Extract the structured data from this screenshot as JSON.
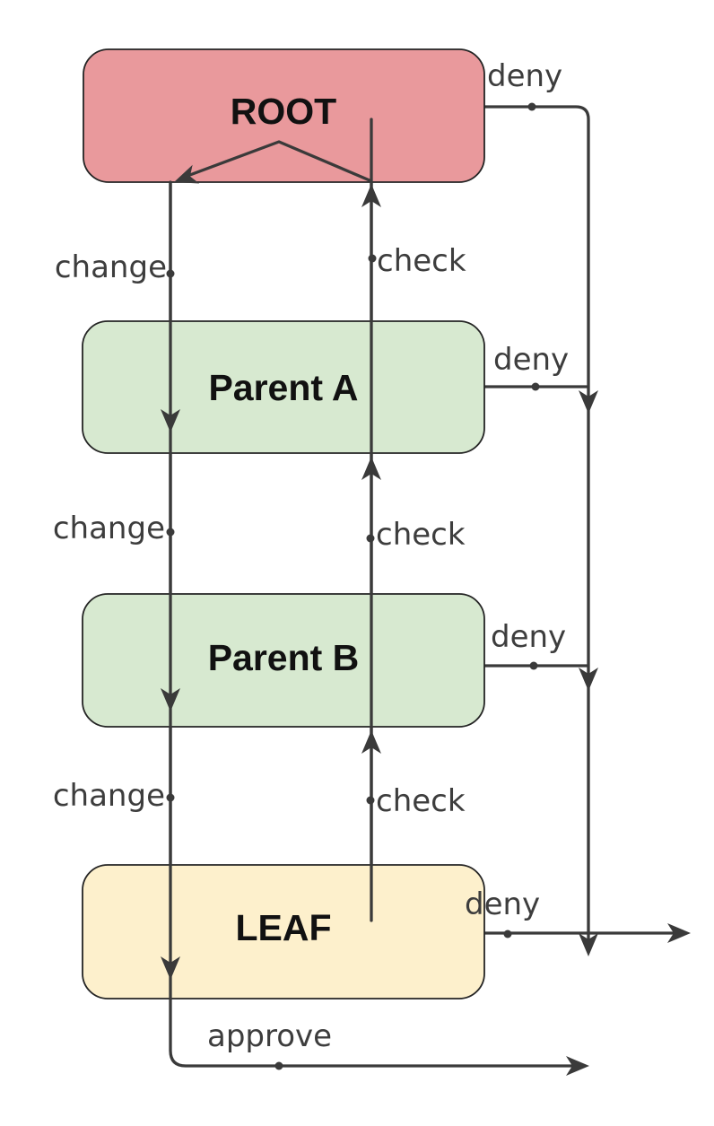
{
  "diagram": {
    "nodes": [
      {
        "id": "root",
        "label": "ROOT",
        "fill": "#e9999c"
      },
      {
        "id": "parent-a",
        "label": "Parent A",
        "fill": "#d7e9d0"
      },
      {
        "id": "parent-b",
        "label": "Parent B",
        "fill": "#d7e9d0"
      },
      {
        "id": "leaf",
        "label": "LEAF",
        "fill": "#fdf0cc"
      }
    ],
    "edges": [
      {
        "from": "ROOT",
        "to": "Parent A",
        "label": "change"
      },
      {
        "from": "Parent A",
        "to": "Parent B",
        "label": "change"
      },
      {
        "from": "Parent B",
        "to": "LEAF",
        "label": "change"
      },
      {
        "from": "Parent A",
        "to": "ROOT",
        "label": "check"
      },
      {
        "from": "Parent B",
        "to": "Parent A",
        "label": "check"
      },
      {
        "from": "LEAF",
        "to": "Parent B",
        "label": "check"
      },
      {
        "from": "ROOT",
        "to": "outside",
        "label": "deny"
      },
      {
        "from": "Parent A",
        "to": "outside",
        "label": "deny"
      },
      {
        "from": "Parent B",
        "to": "outside",
        "label": "deny"
      },
      {
        "from": "LEAF",
        "to": "outside",
        "label": "deny"
      },
      {
        "from": "LEAF",
        "to": "outside",
        "label": "approve"
      }
    ],
    "colors": {
      "line": "#3a3a3a",
      "edge_label": "#3d3d3d",
      "node_border": "#242424",
      "node_text": "#111111",
      "background": "#ffffff"
    }
  }
}
